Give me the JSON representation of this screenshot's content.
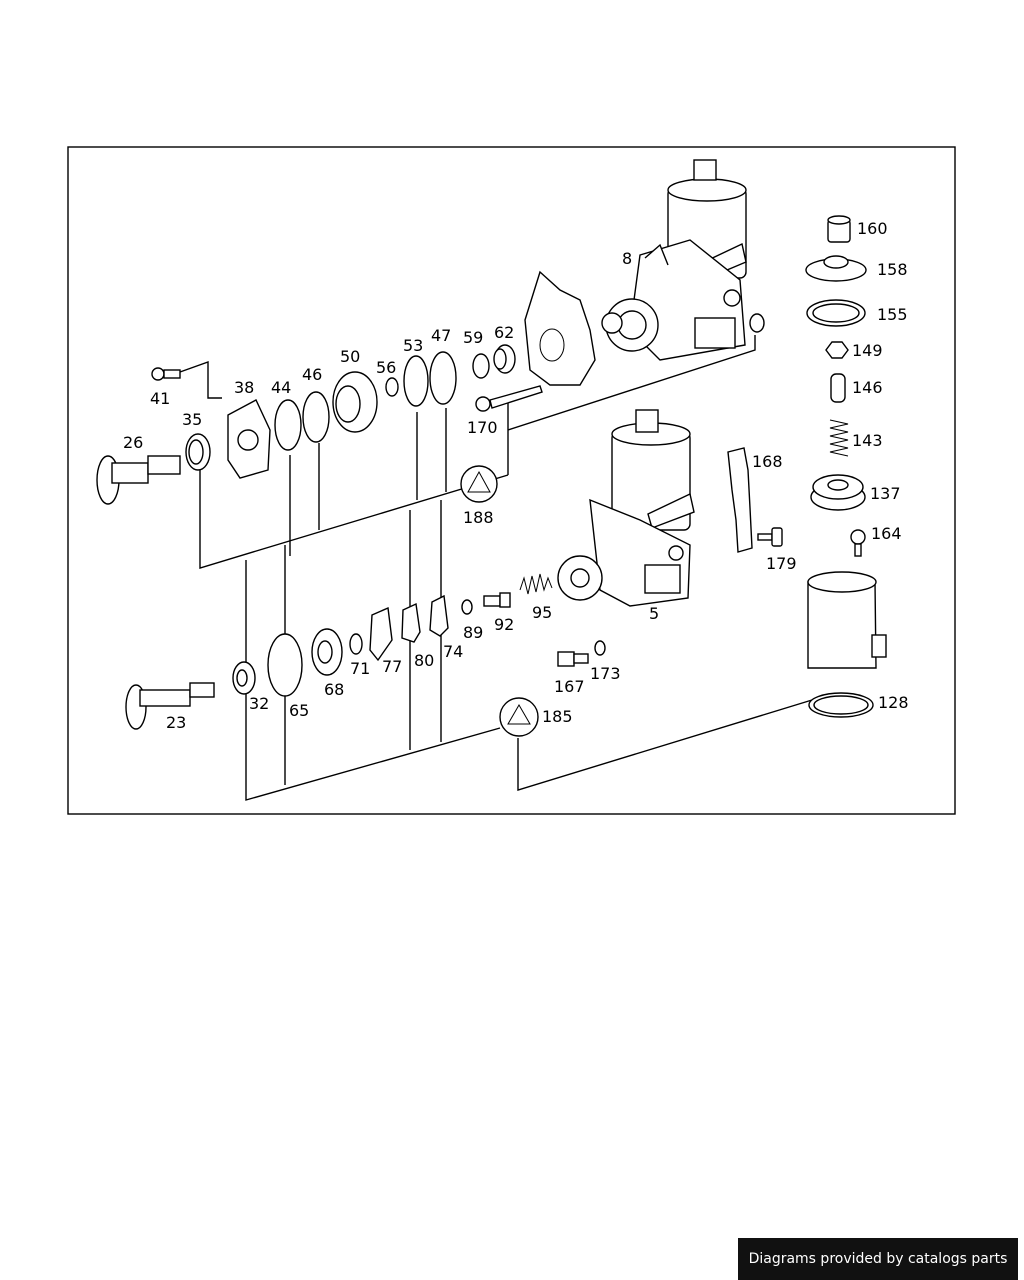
{
  "callouts": {
    "p8": "8",
    "p160": "160",
    "p158": "158",
    "p155": "155",
    "p149": "149",
    "p146": "146",
    "p143": "143",
    "p137": "137",
    "p164": "164",
    "p168": "168",
    "p179": "179",
    "p5": "5",
    "p41": "41",
    "p38": "38",
    "p44": "44",
    "p46": "46",
    "p50": "50",
    "p56": "56",
    "p53": "53",
    "p47": "47",
    "p59": "59",
    "p62": "62",
    "p35": "35",
    "p26": "26",
    "p170": "170",
    "p188": "188",
    "p92": "92",
    "p95": "95",
    "p89": "89",
    "p74": "74",
    "p80": "80",
    "p77": "77",
    "p71": "71",
    "p68": "68",
    "p65": "65",
    "p32": "32",
    "p23": "23",
    "p185": "185",
    "p167": "167",
    "p173": "173",
    "p128": "128"
  },
  "credit": {
    "text": "Diagrams provided by catalogs parts"
  },
  "colors": {
    "line": "#000000",
    "background": "#ffffff",
    "credit_bg": "#111111",
    "credit_fg": "#ffffff"
  }
}
